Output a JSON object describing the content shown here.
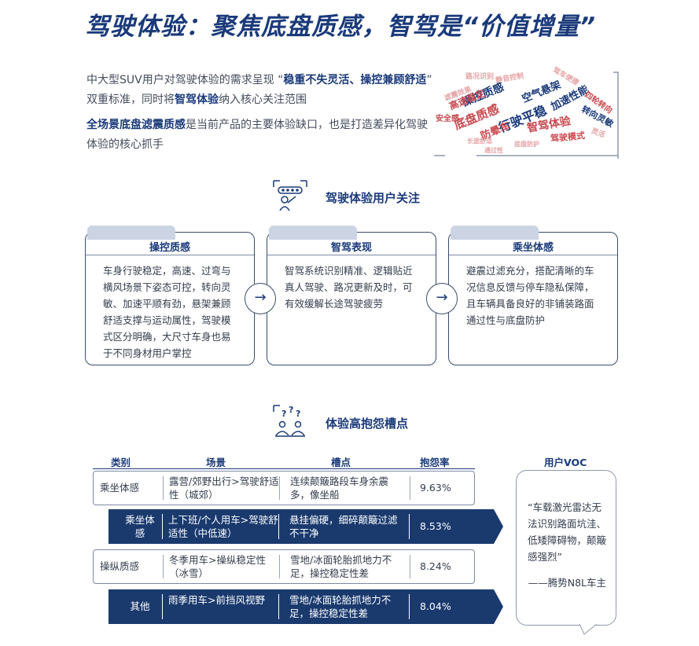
{
  "title": "驾驶体验：聚焦底盘质感，智驾是“价值增量”",
  "intro": {
    "p1_a": "中大型SUV用户对驾驶体验的需求呈现 “",
    "p1_b": "稳重不失灵活",
    "p1_c": "、",
    "p1_d": "操控兼顾舒适",
    "p1_e": "” 双重标准，同时将",
    "p1_f": "智驾体验",
    "p1_g": "纳入核心关注范围",
    "p2_a": "全场景底盘滤震质感",
    "p2_b": "是当前产品的主要体验缺口，也是打造差异化驾驶体验的核心抓手"
  },
  "word_cloud": [
    {
      "text": "操控质感",
      "color": "#1a3a7a"
    },
    {
      "text": "行驶平稳",
      "color": "#1a3a7a"
    },
    {
      "text": "空气悬架",
      "color": "#1a3a7a"
    },
    {
      "text": "加速性能",
      "color": "#1a3a7a"
    },
    {
      "text": "底盘质感",
      "color": "#c8494f"
    },
    {
      "text": "智驾体验",
      "color": "#c8494f"
    },
    {
      "text": "高速稳定",
      "color": "#c8494f"
    },
    {
      "text": "防晕车",
      "color": "#c8494f"
    },
    {
      "text": "转向灵敏",
      "color": "#1a3a7a"
    },
    {
      "text": "驾驶模式",
      "color": "#c8494f"
    },
    {
      "text": "安全感",
      "color": "#c8494f"
    },
    {
      "text": "四轮转向",
      "color": "#c8494f"
    },
    {
      "text": "静音控制",
      "color": "#e6a3a6"
    },
    {
      "text": "路况识别",
      "color": "#e6a3a6"
    },
    {
      "text": "驾车便捷",
      "color": "#e6a3a6"
    },
    {
      "text": "滤震效果",
      "color": "#e6a3a6"
    },
    {
      "text": "底盘防护",
      "color": "#e6a3a6"
    },
    {
      "text": "长途舒适",
      "color": "#e6a3a6"
    },
    {
      "text": "通过性",
      "color": "#e6a3a6"
    },
    {
      "text": "灵活",
      "color": "#e6a3a6"
    }
  ],
  "focus": {
    "heading": "驾驶体验用户关注",
    "cards": [
      {
        "title": "操控质感",
        "body": "车身行驶稳定，高速、过弯与横风场景下姿态可控，转向灵敏、加速平顺有劲，悬架兼顾舒适支撑与运动属性，驾驶模式区分明确，大尺寸车身也易于不同身材用户掌控"
      },
      {
        "title": "智驾表现",
        "body": "智驾系统识别精准、逻辑贴近真人驾驶、路况更新及时，可有效缓解长途驾驶疲劳"
      },
      {
        "title": "乘坐体感",
        "body": "避震过滤充分，搭配清晰的车况信息反馈与停车隐私保障，且车辆具备良好的非铺装路面通过性与底盘防护"
      }
    ],
    "arrow": "→"
  },
  "complaints": {
    "heading": "体验高抱怨槽点",
    "columns": [
      "类别",
      "场景",
      "槽点",
      "抱怨率"
    ],
    "rows": [
      {
        "category": "乘坐体感",
        "scene": "露营/郊野出行>驾驶舒适性（城郊）",
        "issue": "连续颠簸路段车身余震多，像坐船",
        "rate": "9.63%",
        "style": "light"
      },
      {
        "category": "乘坐体感",
        "scene": "上下班/个人用车>驾驶舒适性（中低速）",
        "issue": "悬挂偏硬，细碎颠簸过滤不干净",
        "rate": "8.53%",
        "style": "dark"
      },
      {
        "category": "操纵质感",
        "scene": "冬季用车>操纵稳定性（冰雪）",
        "issue": "雪地/冰面轮胎抓地力不足，操控稳定性差",
        "rate": "8.24%",
        "style": "light"
      },
      {
        "category": "其他",
        "scene": "雨季用车>前挡风视野",
        "issue": "雪地/冰面轮胎抓地力不足，操控稳定性差",
        "rate": "8.04%",
        "style": "dark"
      }
    ]
  },
  "voc": {
    "heading": "用户VOC",
    "quote": "“车载激光雷达无法识别路面坑洼、低矮障碍物，颠簸感强烈”",
    "author": "——腾势N8L车主"
  }
}
